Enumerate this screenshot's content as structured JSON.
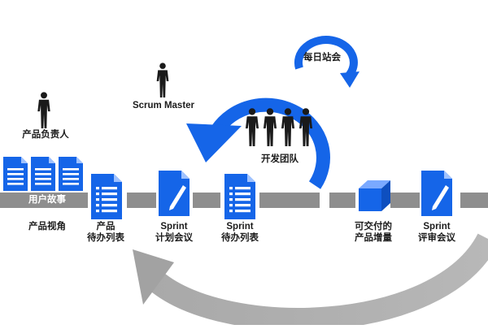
{
  "labels": {
    "product_owner": "产品负责人",
    "scrum_master": "Scrum Master",
    "daily_standup": "每日站会",
    "dev_team": "开发团队",
    "user_stories": "用户故事",
    "product_vision": "产品视角",
    "product_backlog_line1": "产品",
    "product_backlog_line2": "待办列表",
    "sprint_planning_line1": "Sprint",
    "sprint_planning_line2": "计划会议",
    "sprint_backlog_line1": "Sprint",
    "sprint_backlog_line2": "待办列表",
    "increment_line1": "可交付的",
    "increment_line2": "产品增量",
    "sprint_review_line1": "Sprint",
    "sprint_review_line2": "评审会议"
  },
  "colors": {
    "blue": "#1565e8",
    "gray_band": "#8e8e8e",
    "gray_arrow": "#9a9a9a",
    "person": "#1a1a1a"
  },
  "icons": [
    "person-icon",
    "document-stack-icon",
    "backlog-list-icon",
    "planning-doc-pen-icon",
    "sprint-backlog-list-icon",
    "increment-cube-icon",
    "review-doc-pen-icon"
  ]
}
